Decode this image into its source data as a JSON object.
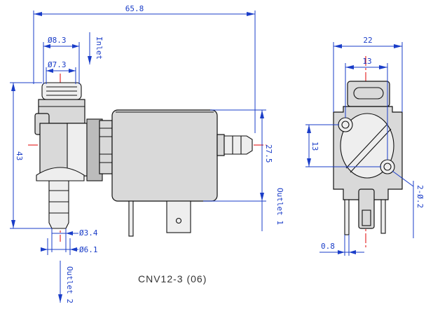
{
  "dimensions": {
    "overall_length": "65.8",
    "inlet_outer_diameter": "Ø8.3",
    "inlet_inner_diameter": "Ø7.3",
    "height_left": "43",
    "outlet1_offset": "27.5",
    "outlet2_outer_diameter": "Ø3.4",
    "outlet2_inner_diameter": "Ø6.1",
    "width_right": "22",
    "inner_width_right": "13",
    "hole_spacing": "13",
    "mount_hole": "2-Ø.2",
    "pin_thickness": "0.8"
  },
  "labels": {
    "inlet": "Inlet",
    "outlet_1": "Outlet 1",
    "outlet_2": "Outlet 2",
    "model": "CNV12-3 (06)"
  },
  "colors": {
    "dimension": "#1a3dc8",
    "centerline": "#e00000",
    "body": "#d9d9d9"
  }
}
